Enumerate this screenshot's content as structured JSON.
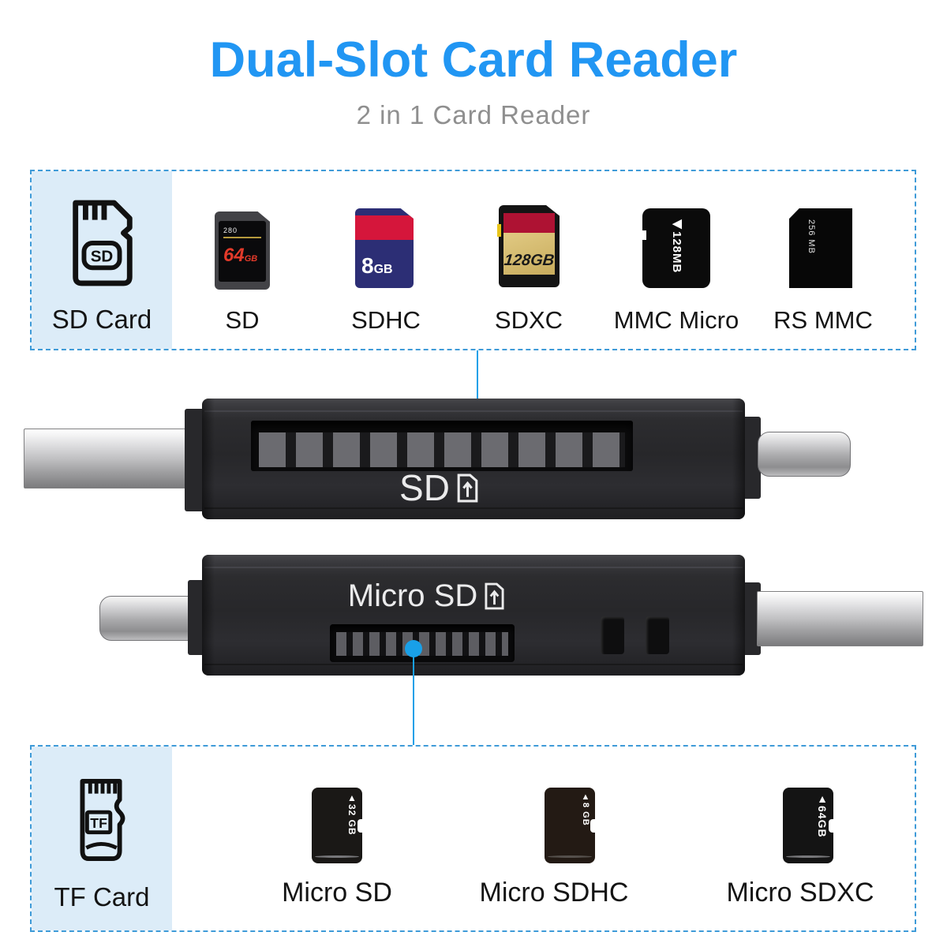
{
  "header": {
    "title": "Dual-Slot Card Reader",
    "subtitle": "2 in 1 Card Reader"
  },
  "colors": {
    "title_blue": "#2196f3",
    "callout_blue": "#19a0e8",
    "dashed_border_blue": "#3f9bd8",
    "panel_light_blue": "#dcecf8"
  },
  "sd_section": {
    "panel_label": "SD Card",
    "icon_text": "SD",
    "cards": [
      {
        "label": "SD",
        "top_text": "280",
        "capacity": "64",
        "unit": "GB"
      },
      {
        "label": "SDHC",
        "capacity": "8",
        "unit": "GB"
      },
      {
        "label": "SDXC",
        "capacity": "128GB"
      },
      {
        "label": "MMC Micro",
        "capacity": "◀128MB"
      },
      {
        "label": "RS MMC",
        "capacity": "256 MB"
      }
    ]
  },
  "readers": {
    "top": {
      "slot_label": "SD"
    },
    "bottom": {
      "slot_label": "Micro SD"
    }
  },
  "tf_section": {
    "panel_label": "TF Card",
    "icon_text": "TF",
    "cards": [
      {
        "label": "Micro SD",
        "capacity": "▲32 GB"
      },
      {
        "label": "Micro SDHC",
        "capacity": "▲8 GB"
      },
      {
        "label": "Micro SDXC",
        "capacity": "▲64GB"
      }
    ]
  }
}
